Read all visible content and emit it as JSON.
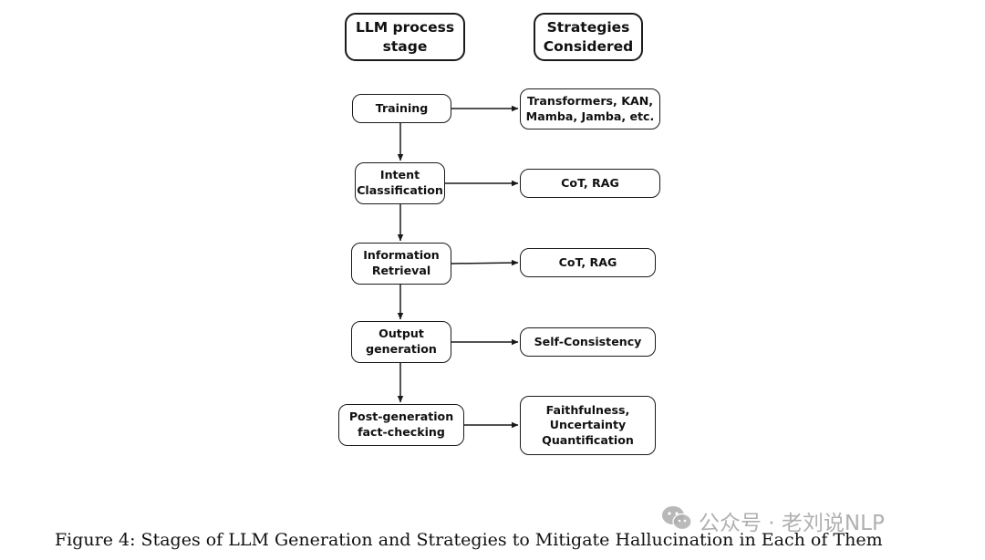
{
  "headers": {
    "stage": "LLM process\nstage",
    "strategy": "Strategies\nConsidered"
  },
  "stages": [
    "Training",
    "Intent\nClassification",
    "Information\nRetrieval",
    "Output\ngeneration",
    "Post-generation\nfact-checking"
  ],
  "strategies": [
    "Transformers, KAN,\nMamba, Jamba, etc.",
    "CoT, RAG",
    "CoT, RAG",
    "Self-Consistency",
    "Faithfulness,\nUncertainty\nQuantification"
  ],
  "caption": "Figure 4: Stages of LLM Generation and Strategies to Mitigate Hallucination in Each of Them",
  "watermark": {
    "icon": "wechat-icon",
    "text": "公众号 · 老刘说NLP"
  },
  "colors": {
    "stroke": "#1a1a1a",
    "watermark": "#969696"
  }
}
